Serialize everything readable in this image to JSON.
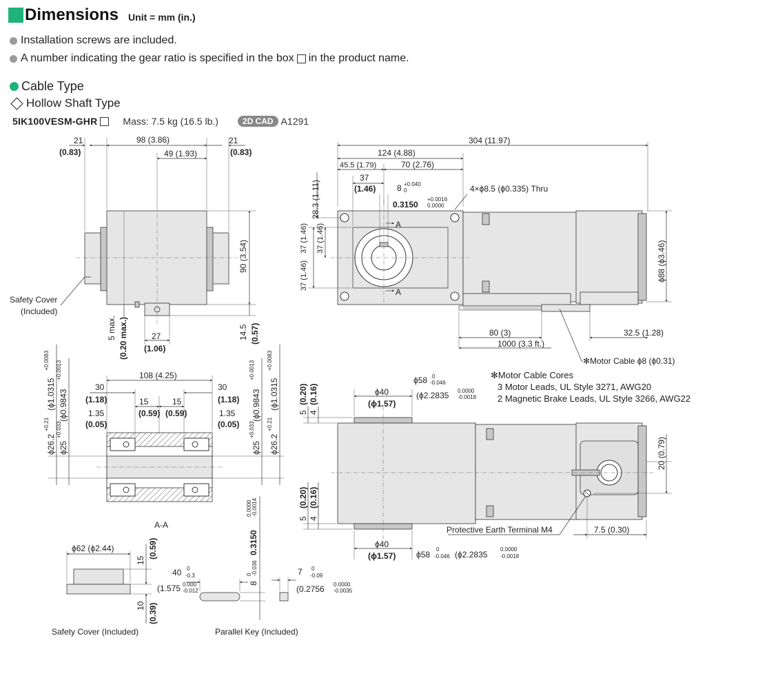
{
  "header": {
    "title": "Dimensions",
    "unit": "Unit = mm (in.)"
  },
  "notes": [
    "Installation screws are included.",
    "A number indicating the gear ratio is specified in the box",
    "in the product name."
  ],
  "sections": {
    "type": "Cable Type",
    "shaft": "Hollow Shaft Type"
  },
  "product": {
    "model": "5IK100VESM-GHR",
    "mass": "Mass: 7.5 kg (16.5 lb.)",
    "cad_badge": "2D CAD",
    "cad_code": "A1291"
  },
  "labels": {
    "safety_cover": "Safety Cover",
    "included": "(Included)",
    "safety_cover_included": "Safety Cover (Included)",
    "parallel_key": "Parallel Key (Included)",
    "section_aa": "A-A",
    "a": "A",
    "thru": "4×ϕ8.5 (ϕ0.335) Thru",
    "motor_cable": "✻Motor Cable ϕ8 (ϕ0.31)",
    "pe_terminal": "Protective Earth Terminal M4",
    "cores_title": "✻Motor Cable Cores",
    "cores_1": "3 Motor Leads, UL Style 3271, AWG20",
    "cores_2": "2 Magnetic Brake Leads, UL Style 3266, AWG22"
  },
  "dims": {
    "d21": "21",
    "d083": "(0.83)",
    "d98": "98 (",
    "d386": "3.86",
    ")": ")",
    "d49": "49 (",
    "d193": "1.93",
    "d90": "90 (",
    "d354": "3.54",
    "d5max": "5 max.",
    "d020max": "(0.20 max.)",
    "d27": "27",
    "d106": "(1.06)",
    "d145": "14.5",
    "d057": "(0.57)",
    "d304": "304 (",
    "d1197": "11.97",
    "d124": "124 (",
    "d488": "4.88",
    "d455": "45.5 (1.79)",
    "d70": "70 (",
    "d276": "2.76",
    "d37": "37",
    "d146": "(1.46)",
    "d8": "8",
    "d3150": "0.3150",
    "d283": "28.3 (",
    "d111": "1.11",
    "d37b": "37 (1.46)",
    "d88": "ϕ88 (ϕ",
    "d346": "3.46",
    "d80": "80 (",
    "d3": "3",
    "d1000": "1000 (",
    "d33": "3.3 ft.",
    "d325": "32.5 (",
    "d128": "1.28",
    "d108": "108 (",
    "d425": "4.25",
    "d30": "30",
    "d118": "(1.18)",
    "d15": "15",
    "d059": "(0.59)",
    "d135": "1.35",
    "d005": "(0.05)",
    "d262": "ϕ26.2",
    "d10315": "ϕ1.0315",
    "d25": "ϕ25",
    "d09843": "ϕ0.9843",
    "d40": "ϕ40",
    "d157": "(ϕ1.57)",
    "d58": "ϕ58",
    "d22835": "ϕ2.2835",
    "d5": "5",
    "d020": "(0.20)",
    "d4": "4",
    "d016": "(0.16)",
    "d20": "20 (",
    "d079": "0.79",
    "d75": "7.5 (",
    "d030": "0.30",
    "d62": "ϕ62 (ϕ",
    "d244": "2.44",
    "d15b": "15",
    "d10": "10",
    "d039": "(0.39)",
    "d40k": "40",
    "d1575": "1.575",
    "d8k": "8",
    "d7": "7",
    "d02756": "0.2756"
  },
  "tol": {
    "t0040": "+0.040",
    "t0": "0",
    "t0016": "+0.0016",
    "t00000": "0.0000",
    "t0083": "+0.0083",
    "t0021": "+0.21",
    "t0013": "+0.0013",
    "t0033": "+0.033",
    "t0046": "-0.046",
    "t00018": "-0.0018",
    "t003": "-0.3",
    "t0012": "-0.012",
    "t0000": "0.000",
    "t0036": "-0.036",
    "t00014": "-0.0014",
    "t009": "-0.09",
    "t00035": "-0.0035"
  }
}
